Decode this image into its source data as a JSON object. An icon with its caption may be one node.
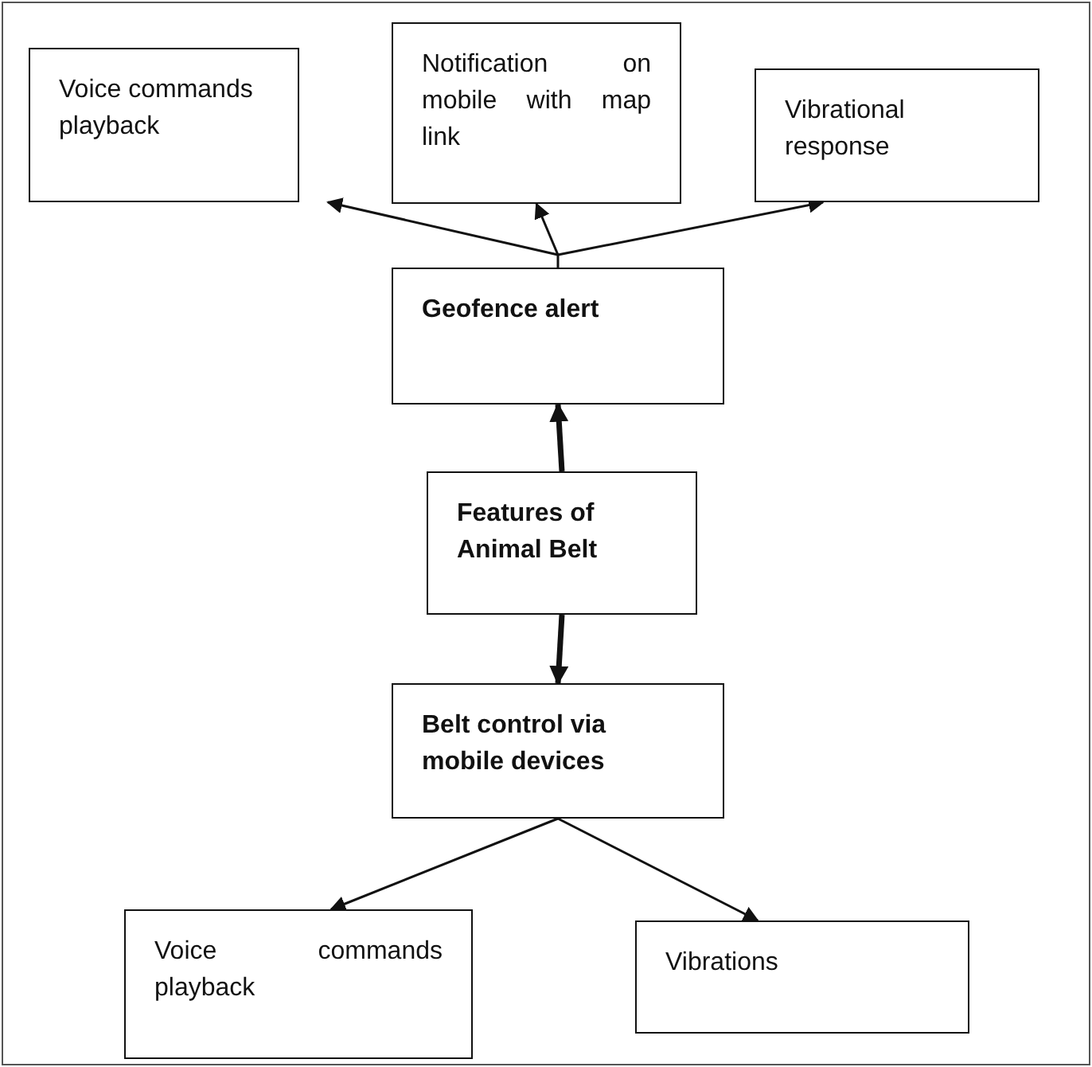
{
  "diagram": {
    "nodes": [
      {
        "text": [
          "Voice commands playback"
        ]
      },
      {
        "text": [
          "Notification on mobile with map link"
        ]
      },
      {
        "text": [
          "Vibrational response"
        ]
      },
      {
        "text": [
          "Geofence alert"
        ]
      },
      {
        "text": [
          "Features of Animal Belt"
        ]
      },
      {
        "text": [
          "Belt control via mobile devices"
        ]
      },
      {
        "text": [
          "Voice commands playback"
        ]
      },
      {
        "text": [
          "Vibrations"
        ]
      }
    ],
    "edges": [
      {
        "from": 3,
        "to": 0,
        "arrow": "to"
      },
      {
        "from": 3,
        "to": 1,
        "arrow": "to"
      },
      {
        "from": 3,
        "to": 2,
        "arrow": "to"
      },
      {
        "from": 4,
        "to": 3,
        "arrow": "to",
        "style": "thick"
      },
      {
        "from": 4,
        "to": 5,
        "arrow": "to",
        "style": "thick"
      },
      {
        "from": 5,
        "to": 6,
        "arrow": "to"
      },
      {
        "from": 5,
        "to": 7,
        "arrow": "to"
      }
    ]
  }
}
